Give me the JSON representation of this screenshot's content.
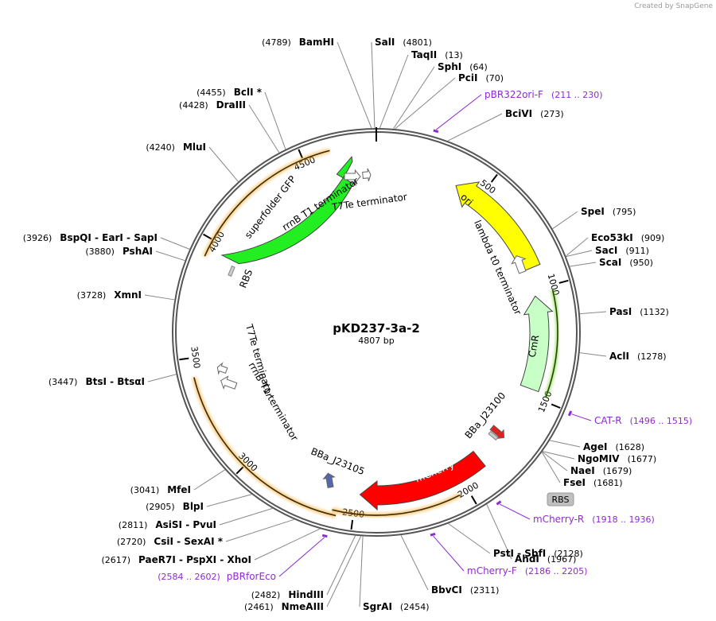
{
  "watermark": "Created by SnapGene",
  "plasmid": {
    "name": "pKD237-3a-2",
    "length": "4807 bp",
    "bp": 4807
  },
  "ticks": [
    "500",
    "1000",
    "1500",
    "2000",
    "2500",
    "3000",
    "3500",
    "4000",
    "4500"
  ],
  "sites": [
    {
      "label": "BamHI",
      "pos": "(4789)",
      "side": "L"
    },
    {
      "label": "SalI",
      "pos": "(4801)",
      "side": "R"
    },
    {
      "label": "TaqII",
      "pos": "(13)",
      "side": "R"
    },
    {
      "label": "SphI",
      "pos": "(64)",
      "side": "R"
    },
    {
      "label": "PciI",
      "pos": "(70)",
      "side": "R"
    },
    {
      "label": "BciVI",
      "pos": "(273)",
      "side": "R"
    },
    {
      "label": "SpeI",
      "pos": "(795)",
      "side": "R"
    },
    {
      "label": "Eco53kI",
      "pos": "(909)",
      "side": "R"
    },
    {
      "label": "SacI",
      "pos": "(911)",
      "side": "R"
    },
    {
      "label": "ScaI",
      "pos": "(950)",
      "side": "R"
    },
    {
      "label": "PasI",
      "pos": "(1132)",
      "side": "R"
    },
    {
      "label": "AclI",
      "pos": "(1278)",
      "side": "R"
    },
    {
      "label": "AgeI",
      "pos": "(1628)",
      "side": "R"
    },
    {
      "label": "NgoMIV",
      "pos": "(1677)",
      "side": "R"
    },
    {
      "label": "NaeI",
      "pos": "(1679)",
      "side": "R"
    },
    {
      "label": "FseI",
      "pos": "(1681)",
      "side": "R"
    },
    {
      "label": "AhdI",
      "pos": "(1967)",
      "side": "R"
    },
    {
      "label": "PstI - SbfI",
      "pos": "(2128)",
      "side": "R"
    },
    {
      "label": "BbvCI",
      "pos": "(2311)",
      "side": "R"
    },
    {
      "label": "SgrAI",
      "pos": "(2454)",
      "side": "R"
    },
    {
      "label": "NmeAIII",
      "pos": "(2461)",
      "side": "L"
    },
    {
      "label": "HindIII",
      "pos": "(2482)",
      "side": "L"
    },
    {
      "label": "PaeR7I - PspXI - XhoI",
      "pos": "(2617)",
      "side": "L"
    },
    {
      "label": "CsiI - SexAI *",
      "pos": "(2720)",
      "side": "L"
    },
    {
      "label": "AsiSI - PvuI",
      "pos": "(2811)",
      "side": "L"
    },
    {
      "label": "BlpI",
      "pos": "(2905)",
      "side": "L"
    },
    {
      "label": "MfeI",
      "pos": "(3041)",
      "side": "L"
    },
    {
      "label": "BtsI - BtsαI",
      "pos": "(3447)",
      "side": "L"
    },
    {
      "label": "XmnI",
      "pos": "(3728)",
      "side": "L"
    },
    {
      "label": "PshAI",
      "pos": "(3880)",
      "side": "L"
    },
    {
      "label": "BspQI - EarI - SapI",
      "pos": "(3926)",
      "side": "L"
    },
    {
      "label": "MluI",
      "pos": "(4240)",
      "side": "L"
    },
    {
      "label": "DraIII",
      "pos": "(4428)",
      "side": "L"
    },
    {
      "label": "BclI *",
      "pos": "(4455)",
      "side": "L"
    }
  ],
  "primers": [
    {
      "label": "pBR322ori-F",
      "range": "(211 .. 230)"
    },
    {
      "label": "CAT-R",
      "range": "(1496 .. 1515)"
    },
    {
      "label": "mCherry-R",
      "range": "(1918 .. 1936)"
    },
    {
      "label": "mCherry-F",
      "range": "(2186 .. 2205)"
    },
    {
      "label": "pBRforEco",
      "range": "(2584 .. 2602)"
    }
  ],
  "features": {
    "ori": "ori",
    "cmr": "CmR",
    "mcherry": "mCherry",
    "sfgfp": "superfolder GFP",
    "rbs": "RBS",
    "rbs_box": "RBS",
    "bba_j23100": "BBa_J23100",
    "bba_j23105": "BBa_J23105",
    "lambda": "lambda t0 terminator",
    "rrnb_top": "rrnB T1 terminator",
    "t7te_top": "T7Te terminator",
    "t7te_left": "T7Te terminator",
    "rrnb_left": "rrnB T1 terminator"
  },
  "colors": {
    "ori": "#ffff00",
    "cmr": "#c7ffc7",
    "mcherry": "#ff0000",
    "sfgfp": "#22ee22",
    "promoter_red": "#dd2222",
    "promoter_blue": "#5566aa",
    "primer": "#8e2bcf",
    "orf_orange": "#f5a623"
  }
}
